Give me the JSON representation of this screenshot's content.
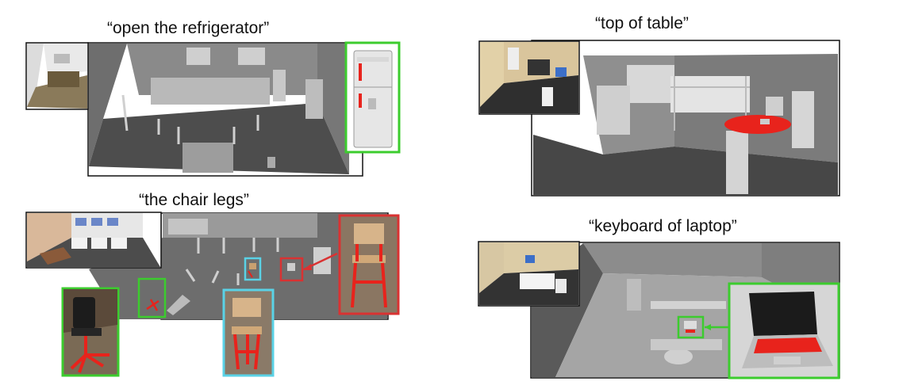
{
  "captions": {
    "fridge": "“open the refrigerator”",
    "chair": "“the chair legs”",
    "table": "“top of table”",
    "laptop": "“keyboard of laptop”"
  },
  "colors": {
    "highlight": "#e8231c",
    "green_box": "#3ccc2e",
    "cyan_box": "#5ad2e6",
    "red_box": "#d93232"
  }
}
